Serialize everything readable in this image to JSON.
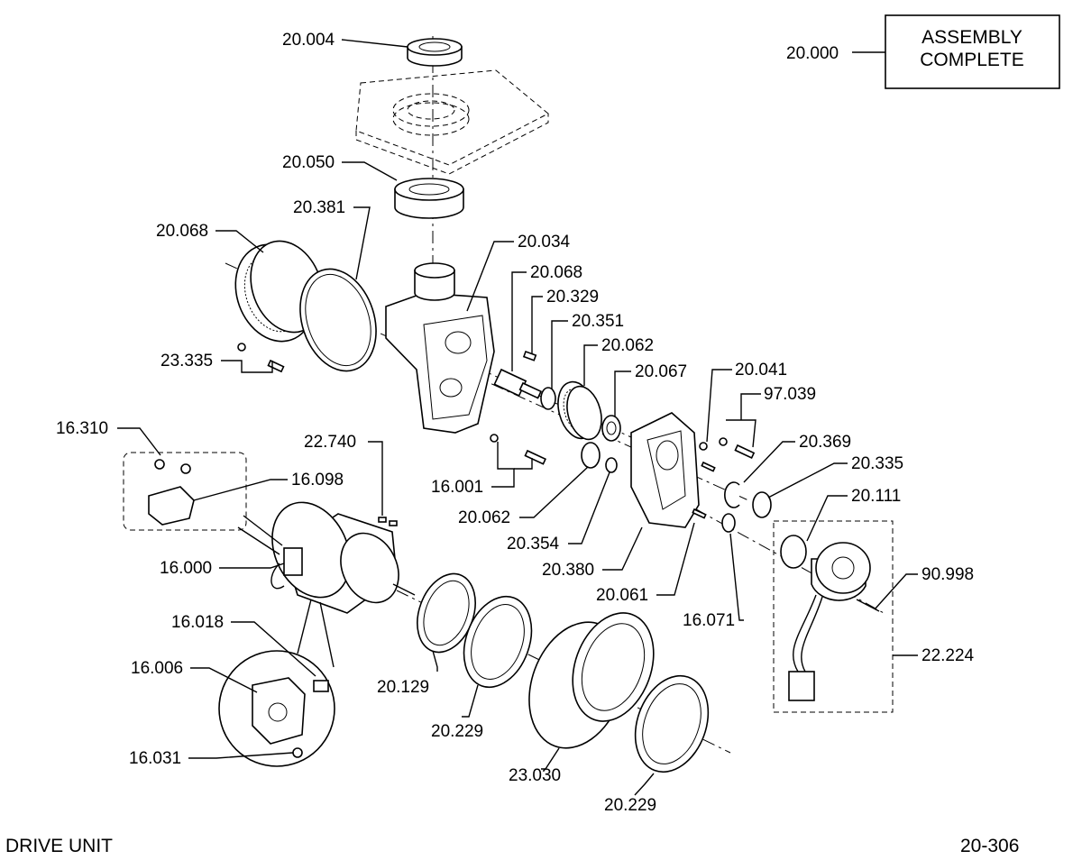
{
  "assembly_box": {
    "number": "20.000",
    "line1": "ASSEMBLY",
    "line2": "COMPLETE"
  },
  "footer": {
    "title": "DRIVE UNIT",
    "page": "20-306"
  },
  "callouts": [
    "20.004",
    "20.050",
    "20.381",
    "20.068",
    "20.034",
    "20.068",
    "20.329",
    "20.351",
    "20.062",
    "20.067",
    "20.041",
    "97.039",
    "20.369",
    "20.335",
    "20.111",
    "90.998",
    "22.224",
    "23.335",
    "16.310",
    "16.098",
    "22.740",
    "16.001",
    "20.062",
    "20.354",
    "20.380",
    "20.061",
    "16.071",
    "16.000",
    "16.018",
    "16.006",
    "16.031",
    "20.129",
    "20.229",
    "23.030",
    "20.229"
  ]
}
